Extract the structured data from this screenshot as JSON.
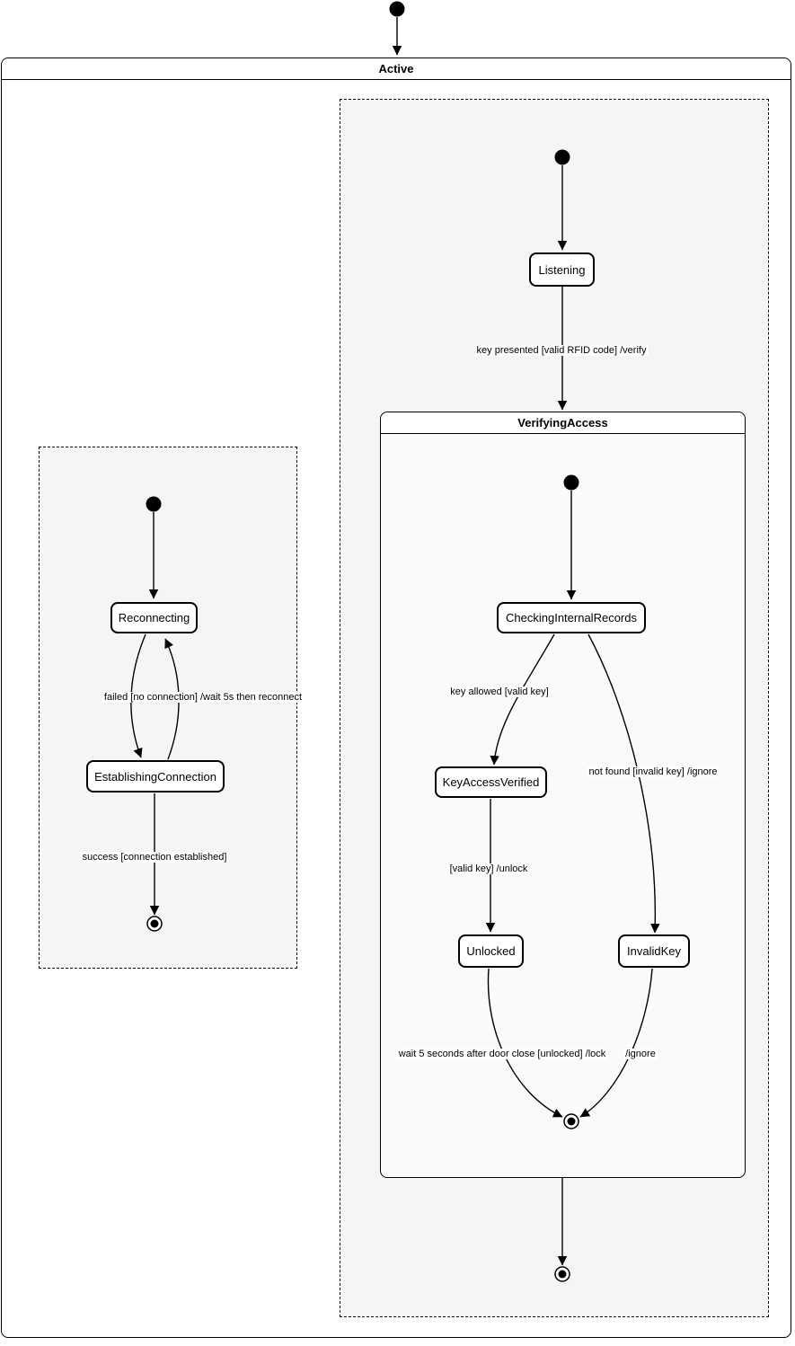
{
  "active": {
    "title": "Active"
  },
  "verifying_access": {
    "title": "VerifyingAccess"
  },
  "nodes": {
    "listening": "Listening",
    "checking_internal_records": "CheckingInternalRecords",
    "key_access_verified": "KeyAccessVerified",
    "unlocked": "Unlocked",
    "invalid_key": "InvalidKey",
    "reconnecting": "Reconnecting",
    "establishing_connection": "EstablishingConnection"
  },
  "edges": {
    "key_presented": "key presented [valid RFID code] /verify",
    "key_allowed": "key allowed [valid key]",
    "not_found": "not found [invalid key] /ignore",
    "valid_key_unlock": "[valid key] /unlock",
    "wait_lock": "wait 5 seconds after door close [unlocked] /lock",
    "ignore": "/ignore",
    "failed_reconnect": "failed [no connection] /wait 5s then reconnect",
    "success": "success [connection established]"
  },
  "colors": {
    "stroke": "#000000",
    "region_fill": "#f5f5f5",
    "composite_fill": "#fafafa",
    "state_fill": "#ffffff"
  }
}
